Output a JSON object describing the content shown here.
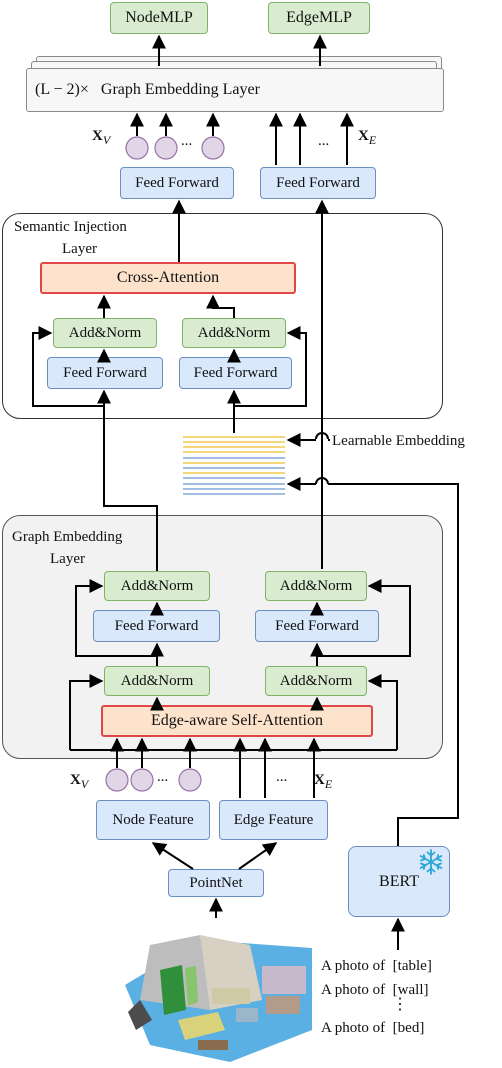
{
  "top": {
    "node_mlp": "NodeMLP",
    "edge_mlp": "EdgeMLP",
    "stack_label": "(L − 2)×   Graph Embedding Layer",
    "xv": "X",
    "xv_sub": "V",
    "xe": "X",
    "xe_sub": "E",
    "dots": "...",
    "ff_left": "Feed Forward",
    "ff_right": "Feed Forward"
  },
  "semantic": {
    "title_line1": "Semantic Injection",
    "title_line2": "Layer",
    "cross_attention": "Cross-Attention",
    "addnorm_left": "Add&Norm",
    "addnorm_right": "Add&Norm",
    "ff_left": "Feed Forward",
    "ff_right": "Feed Forward"
  },
  "learnable": {
    "label": "Learnable Embedding"
  },
  "graph": {
    "title_line1": "Graph Embedding",
    "title_line2": "Layer",
    "addnorm_top_left": "Add&Norm",
    "addnorm_top_right": "Add&Norm",
    "ff_left": "Feed Forward",
    "ff_right": "Feed Forward",
    "addnorm_bottom_left": "Add&Norm",
    "addnorm_bottom_right": "Add&Norm",
    "edge_attention": "Edge-aware Self-Attention"
  },
  "inputs": {
    "xv": "X",
    "xv_sub": "V",
    "xe": "X",
    "xe_sub": "E",
    "dots": "...",
    "node_feature": "Node Feature",
    "edge_feature": "Edge Feature",
    "pointnet": "PointNet",
    "bert": "BERT",
    "prompts": [
      "A photo of  [table]",
      "A photo of  [wall]",
      "A photo of  [bed]"
    ],
    "vdots": "⋮"
  },
  "colors": {
    "green_fill": "#d9ecd0",
    "blue_fill": "#dae8fc",
    "attention_fill": "#fde3cc",
    "attention_border": "#e04848",
    "token_fill": "#e1d5e7",
    "embed_yellow": "#f2c94c",
    "embed_blue": "#7fa8d9"
  },
  "icons": {
    "bert": "snowflake-icon",
    "scene": "point-cloud-scene"
  }
}
